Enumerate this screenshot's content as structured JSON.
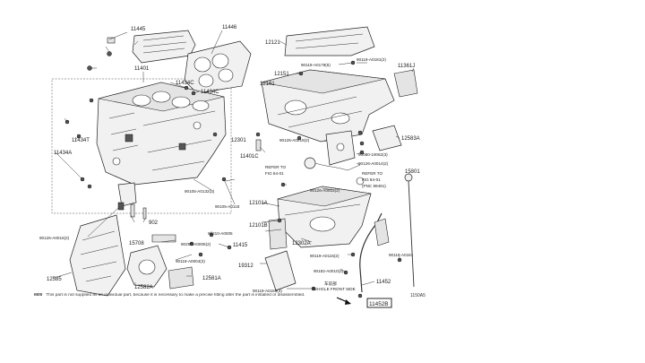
{
  "labels": {
    "p11445": "11445",
    "p11446": "11446",
    "p12121": "12121",
    "p11401": "11401",
    "p11434C_a": "11434C",
    "p11434C_b": "11434C",
    "p11434T": "11434T",
    "p11434A": "11434A",
    "p11401C": "11401C",
    "p12151": "12151",
    "p12101": "12101",
    "p90119_A0181_top": "90119-A0181(2)",
    "p11361J": "11361J",
    "p90119_A0178": "90119-A0178(6)",
    "p90126_A0019": "90126-A0019(2)",
    "p12583A": "12583A",
    "p90080_10062": "90080-10062(3)",
    "p90126_A0014": "90126-A0014(2)",
    "p15301": "15301",
    "ref1_title": "REFER TO",
    "ref1_fig": "FIG 84-01",
    "ref2_title": "REFER TO",
    "ref2_fig": "FIG 84-01",
    "ref2_num": "(PNC 89491)",
    "p90126_A0013": "90126-A0013(2)",
    "p90105_A0132": "90105-A0132(3)",
    "p90105_A0118": "90105-A0118",
    "p12101A": "12101A",
    "p12101B": "12101B",
    "p90126_A0016": "90126-A0016(2)",
    "p15708": "15708",
    "p90210_A0005": "90210-A0005",
    "p90210_A0005_2": "90210-A0005(2)",
    "p11415": "11415",
    "p90119_A0004": "90119-A0004(3)",
    "p12302A": "12302A",
    "p90119_A0181_low": "90119-A0181",
    "p12585": "12585",
    "p12582A": "12582A",
    "p12581A": "12581A",
    "p19312": "19312",
    "p90119_A0115": "90119-A0115(2)",
    "p11452": "11452",
    "p90182_A0010": "90182-A0010(2)",
    "p90119_A0169": "90119-A0169(3)",
    "front_cn": "车前部",
    "front_en": "VEHICLE FRONT SIDE",
    "p11452B": "11452B",
    "p902": "902",
    "p12301": "12301"
  },
  "footnote": {
    "code": "M00",
    "text": "This part is not supplied as an individual part, because it is necessary to make a precise fitting after the part is installed or disassembled."
  },
  "catalog_code": "1150A5"
}
